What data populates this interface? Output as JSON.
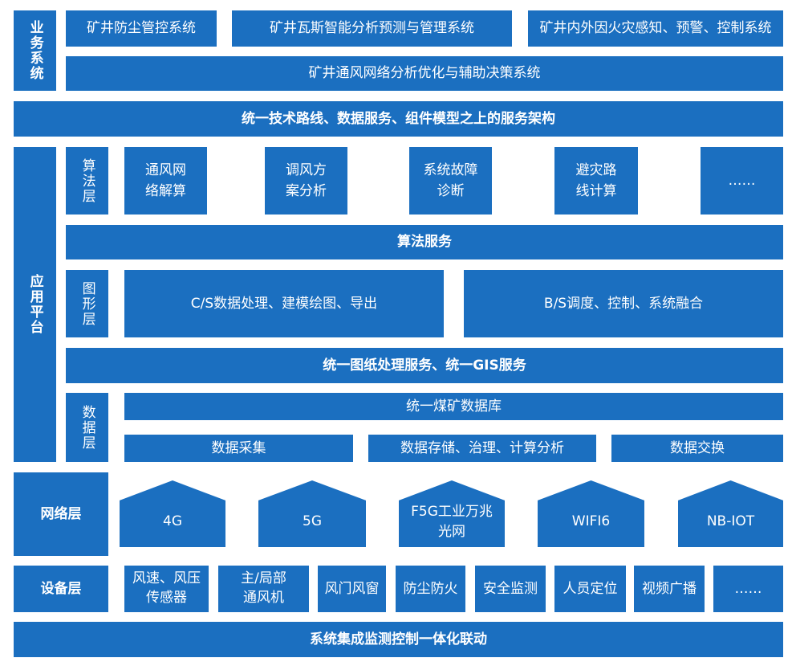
{
  "business": {
    "label": "业务系统",
    "systems": [
      "矿井防尘管控系统",
      "矿井瓦斯智能分析预测与管理系统",
      "矿井内外因火灾感知、预警、控制系统"
    ],
    "ventilation": "矿井通风网络分析优化与辅助决策系统"
  },
  "architecture": "统一技术路线、数据服务、组件模型之上的服务架构",
  "app": {
    "label": "应用平台",
    "algo": {
      "label": "算法层",
      "items": [
        "通风网络解算",
        "调风方案分析",
        "系统故障诊断",
        "避灾路线计算",
        "……"
      ],
      "service": "算法服务"
    },
    "graph": {
      "label": "图形层",
      "items": [
        "C/S数据处理、建模绘图、导出",
        "B/S调度、控制、系统融合"
      ],
      "service": "统一图纸处理服务、统一GIS服务"
    },
    "data": {
      "label": "数据层",
      "db": "统一煤矿数据库",
      "items": [
        "数据采集",
        "数据存储、治理、计算分析",
        "数据交换"
      ]
    }
  },
  "network": {
    "label": "网络层",
    "items": [
      "4G",
      "5G",
      "F5G工业万兆光网",
      "WIFI6",
      "NB-IOT"
    ]
  },
  "device": {
    "label": "设备层",
    "items": [
      "风速、风压传感器",
      "主/局部通风机",
      "风门风窗",
      "防尘防火",
      "安全监测",
      "人员定位",
      "视频广播",
      "……"
    ]
  },
  "bottom": "系统集成监测控制一体化联动",
  "colors": {
    "box": "#1b6fc0"
  }
}
